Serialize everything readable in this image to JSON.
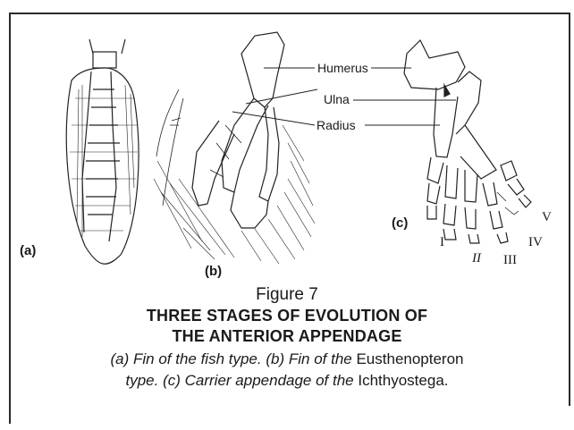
{
  "figure": {
    "number": "Figure 7",
    "title_line1": "THREE STAGES OF EVOLUTION OF",
    "title_line2": "THE ANTERIOR APPENDAGE",
    "desc_a": "(a) Fin of the fish type.",
    "desc_b1": "(b) Fin of the",
    "desc_b2": "Eusthenopteron",
    "desc_b3": "type.",
    "desc_c1": "(c) Carrier appendage of the",
    "desc_c2": "Ichthyostega."
  },
  "labels": {
    "panel_a": "(a)",
    "panel_b": "(b)",
    "panel_c": "(c)",
    "humerus": "Humerus",
    "ulna": "Ulna",
    "radius": "Radius",
    "digit_1": "I",
    "digit_2": "II",
    "digit_3": "III",
    "digit_4": "IV",
    "digit_5": "V"
  }
}
